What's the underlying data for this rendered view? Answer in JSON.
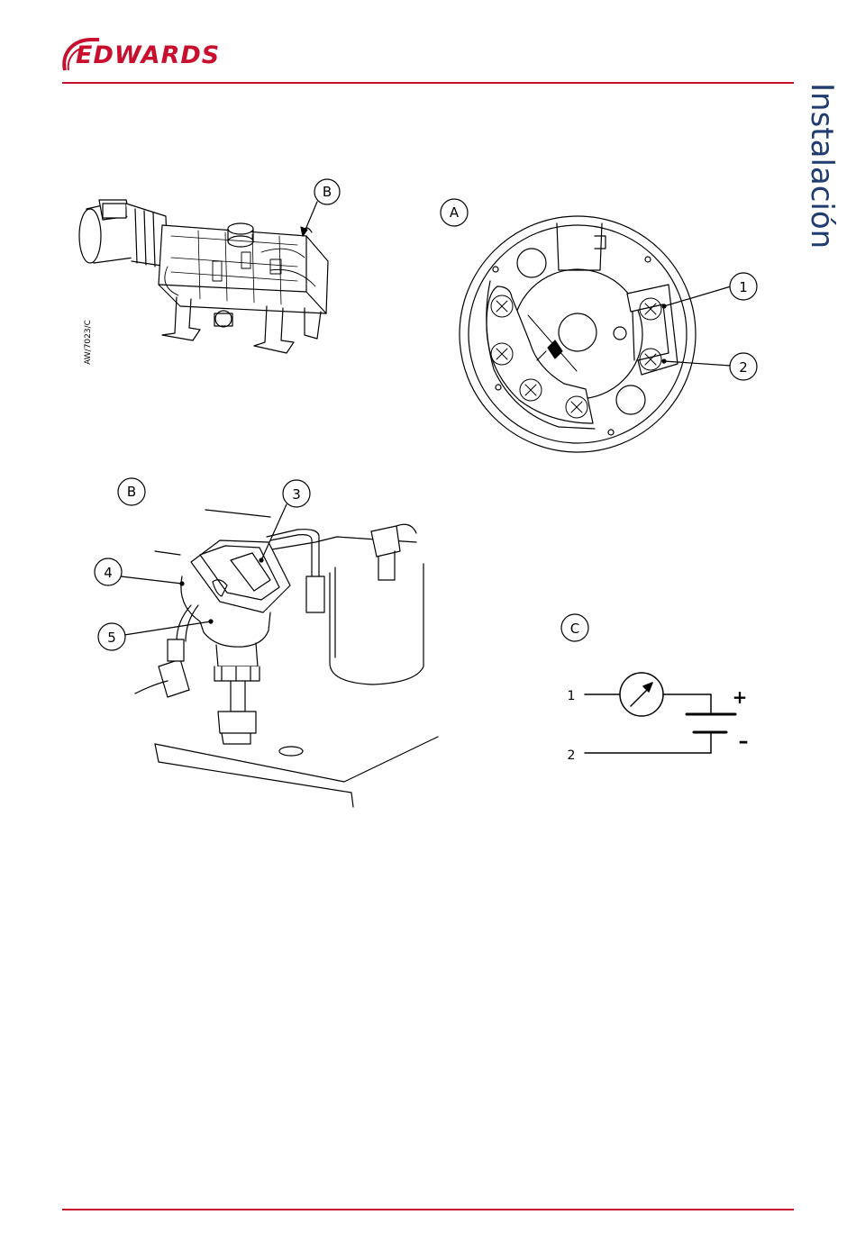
{
  "header": {
    "brand": "EDWARDS",
    "section_title": "Instalación"
  },
  "figure": {
    "reference": "AW/7023/C",
    "panel_labels": {
      "a": "A",
      "b": "B",
      "c": "C"
    },
    "overview_callout": "B",
    "callouts": [
      "1",
      "2",
      "3",
      "4",
      "5"
    ],
    "circuit": {
      "terminal_1": "1",
      "terminal_2": "2",
      "plus": "+",
      "minus": "–"
    }
  },
  "colors": {
    "brand_red": "#c8102e",
    "title_blue": "#1f3b70"
  }
}
